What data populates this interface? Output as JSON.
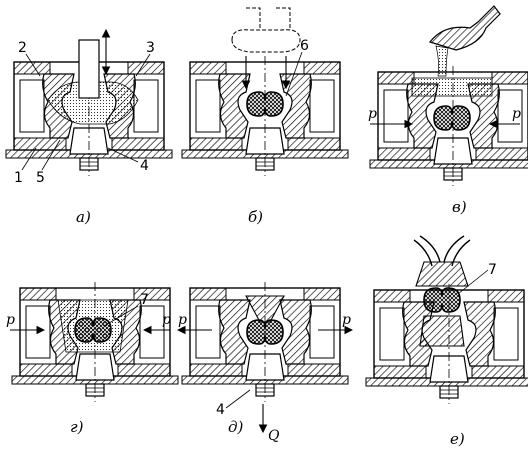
{
  "panels": [
    {
      "id": "a",
      "caption": "a)"
    },
    {
      "id": "b",
      "caption": "б)"
    },
    {
      "id": "v",
      "caption": "в)"
    },
    {
      "id": "g",
      "caption": "г)"
    },
    {
      "id": "d",
      "caption": "д)"
    },
    {
      "id": "e",
      "caption": "е)"
    }
  ],
  "part_numbers": {
    "n1": "1",
    "n2": "2",
    "n3": "3",
    "n4": "4",
    "n5": "5",
    "n6": "6",
    "n7": "7"
  },
  "forces": {
    "p": "p",
    "q": "Q"
  }
}
